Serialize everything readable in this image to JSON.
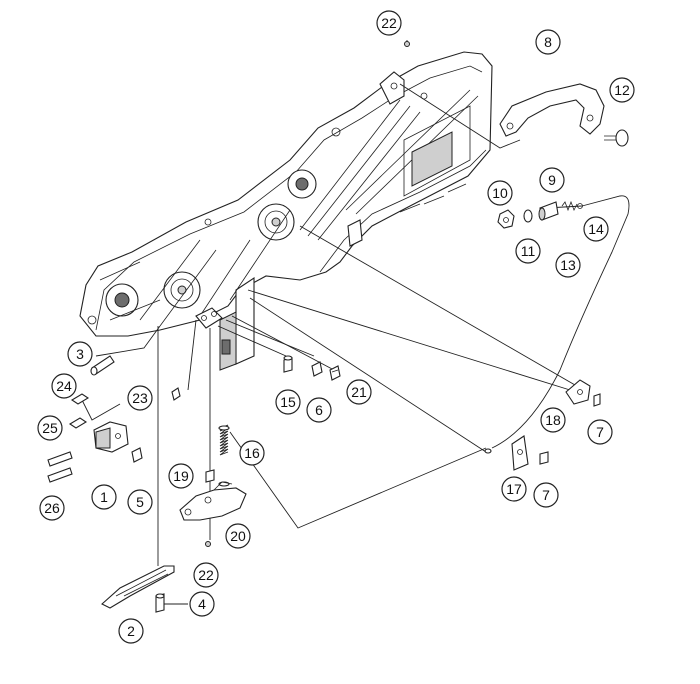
{
  "callouts": [
    {
      "id": "c22a",
      "label": "22"
    },
    {
      "id": "c8",
      "label": "8"
    },
    {
      "id": "c12",
      "label": "12"
    },
    {
      "id": "c9",
      "label": "9"
    },
    {
      "id": "c10",
      "label": "10"
    },
    {
      "id": "c14",
      "label": "14"
    },
    {
      "id": "c11",
      "label": "11"
    },
    {
      "id": "c13",
      "label": "13"
    },
    {
      "id": "c3",
      "label": "3"
    },
    {
      "id": "c24",
      "label": "24"
    },
    {
      "id": "c23",
      "label": "23"
    },
    {
      "id": "c21",
      "label": "21"
    },
    {
      "id": "c15",
      "label": "15"
    },
    {
      "id": "c6",
      "label": "6"
    },
    {
      "id": "c18",
      "label": "18"
    },
    {
      "id": "c7a",
      "label": "7"
    },
    {
      "id": "c25",
      "label": "25"
    },
    {
      "id": "c16",
      "label": "16"
    },
    {
      "id": "c19",
      "label": "19"
    },
    {
      "id": "c17",
      "label": "17"
    },
    {
      "id": "c7b",
      "label": "7"
    },
    {
      "id": "c1",
      "label": "1"
    },
    {
      "id": "c5",
      "label": "5"
    },
    {
      "id": "c26",
      "label": "26"
    },
    {
      "id": "c20",
      "label": "20"
    },
    {
      "id": "c22b",
      "label": "22"
    },
    {
      "id": "c4",
      "label": "4"
    },
    {
      "id": "c2",
      "label": "2"
    }
  ]
}
